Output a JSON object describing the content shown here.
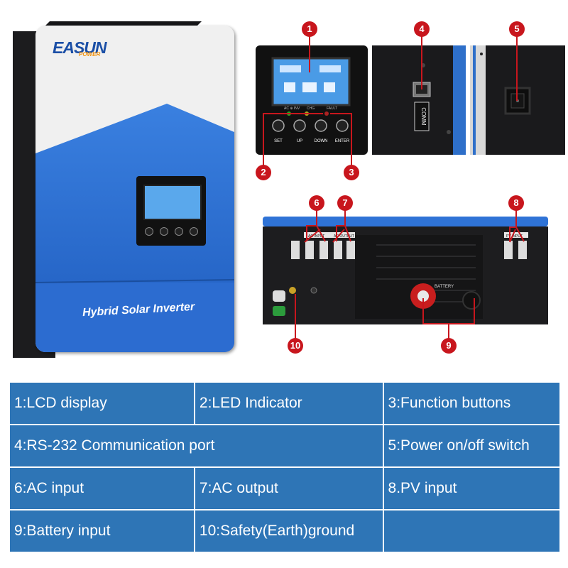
{
  "brand": {
    "logo_text": "EASUN",
    "logo_sub": "POWER"
  },
  "inverter": {
    "label": "Hybrid Solar Inverter"
  },
  "lcd_panel": {
    "buttons": [
      "SET",
      "UP",
      "DOWN",
      "ENTER"
    ],
    "leds": [
      "AC ⊕ INV",
      "CHG",
      "FAULT"
    ]
  },
  "port_labels": {
    "comm": "COMM",
    "ac_input": "AC INPUT",
    "ac_output": "AC OUTPUT",
    "pv_input": "PV INPUT",
    "battery": "BATTERY"
  },
  "markers": [
    "1",
    "2",
    "3",
    "4",
    "5",
    "6",
    "7",
    "8",
    "9",
    "10"
  ],
  "table": {
    "rows": [
      [
        "1:LCD display",
        "2:LED Indicator",
        "3:Function buttons"
      ],
      [
        "4:RS-232 Communication port",
        "5:Power on/off switch"
      ],
      [
        "6:AC input",
        "7:AC output",
        "8.PV input"
      ],
      [
        "9:Battery input",
        "10:Safety(Earth)ground",
        ""
      ]
    ]
  },
  "colors": {
    "accent": "#2e75b6",
    "marker": "#c8161d",
    "inverter_blue": "#2f6fd1"
  }
}
